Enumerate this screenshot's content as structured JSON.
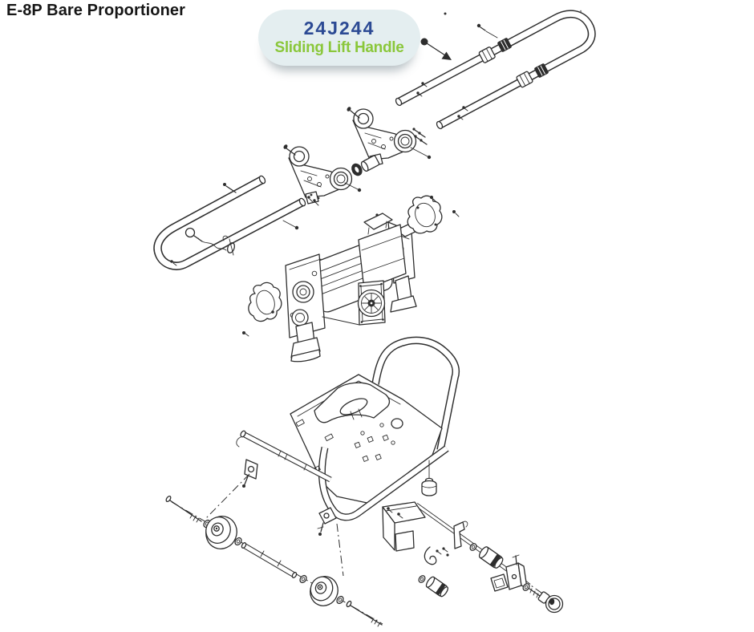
{
  "page": {
    "title": "E-8P Bare Proportioner"
  },
  "callout": {
    "part_number": "24J244",
    "part_name": "Sliding Lift Handle"
  },
  "theme": {
    "title-color": "#161616",
    "part-number-color": "#2c4a94",
    "part-name-color": "#8ac73a",
    "bubble-bg": "#e4eef0",
    "line-color": "#2d2d2d",
    "page-bg": "#ffffff"
  },
  "diagram": {
    "type": "exploded-parts-view",
    "labeled_parts": [
      {
        "part_number": "24J244",
        "name": "Sliding Lift Handle"
      }
    ],
    "unlabeled_components": [
      "sliding lift handle U-tube with locking collars and detent pins",
      "handle mounting brackets with bushings and screws",
      "cart handle U-tube with retaining pin and lanyard clip",
      "pump and motor assembly with fan shroud and access covers",
      "cart frame with push bar, deck plate, strut and rubber foot",
      "wheels, axle, washers and axle bolts",
      "rear roller bracket with rollers, latch and retaining knob"
    ]
  }
}
